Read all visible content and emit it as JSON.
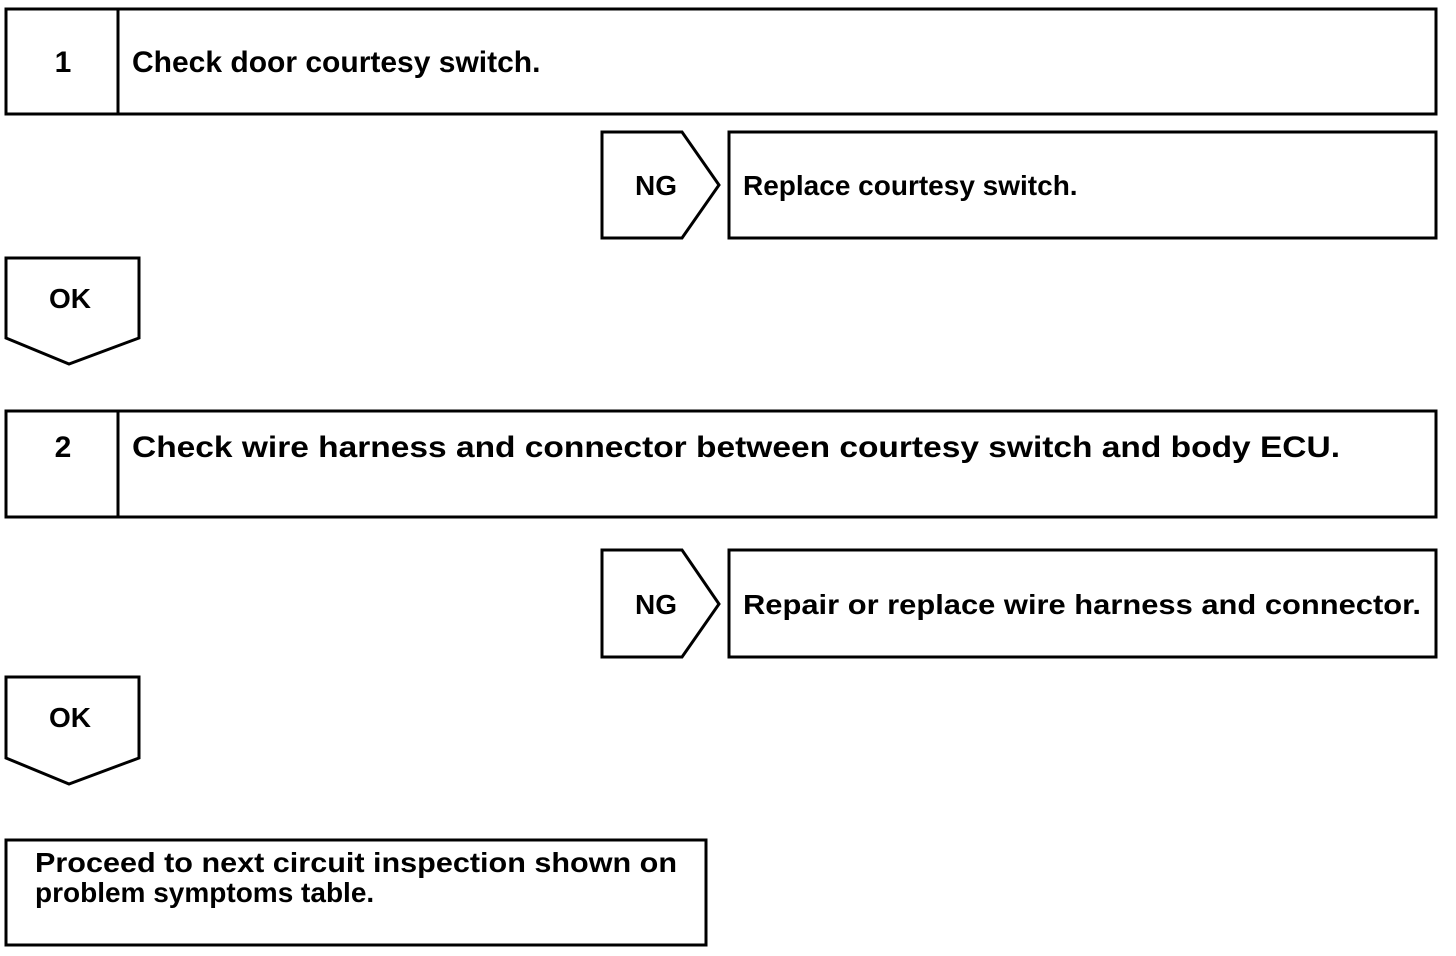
{
  "steps": [
    {
      "number": "1",
      "text": "Check door courtesy switch.",
      "ng_label": "NG",
      "ng_action": "Replace courtesy switch.",
      "ok_label": "OK"
    },
    {
      "number": "2",
      "text": "Check wire harness and connector between courtesy switch and body ECU.",
      "ng_label": "NG",
      "ng_action": "Repair or replace wire harness and connector.",
      "ok_label": "OK"
    }
  ],
  "final": {
    "line1": "Proceed to next circuit inspection shown on",
    "line2": "problem symptoms table."
  }
}
